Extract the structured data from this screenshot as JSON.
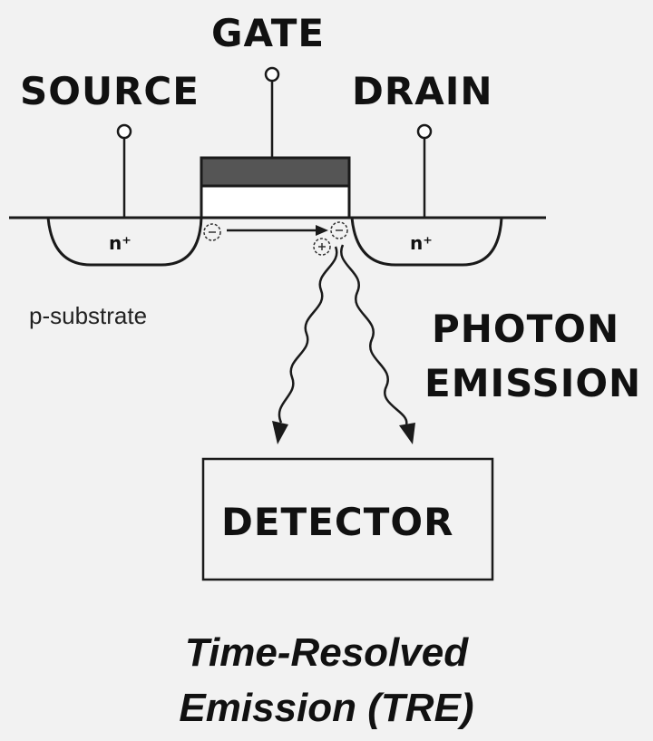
{
  "terminals": {
    "source": "SOURCE",
    "gate": "GATE",
    "drain": "DRAIN"
  },
  "regions": {
    "n_plus_left": "n⁺",
    "n_plus_right": "n⁺",
    "substrate": "p-substrate"
  },
  "emission": {
    "line1": "PHOTON",
    "line2": "EMISSION"
  },
  "detector": {
    "label": "DETECTOR"
  },
  "caption": {
    "line1": "Time-Resolved",
    "line2": "Emission (TRE)"
  }
}
